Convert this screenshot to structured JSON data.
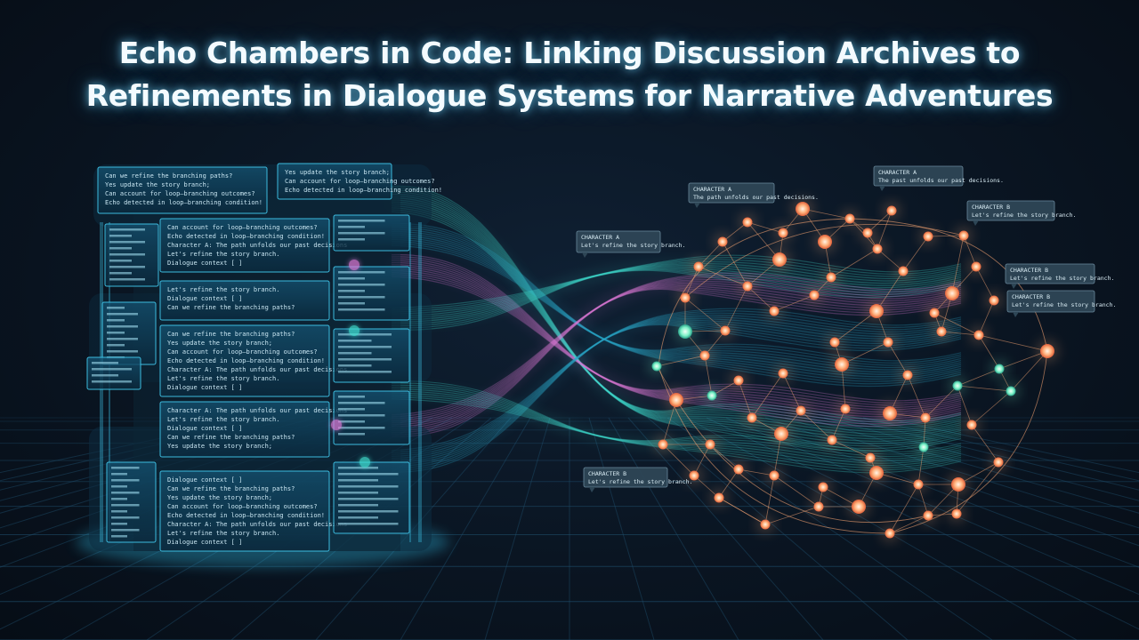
{
  "title": {
    "line1": "Echo Chambers in Code: Linking Discussion Archives to",
    "line2": "Refinements in Dialogue Systems for Narrative Adventures"
  },
  "colors": {
    "background": "#0a1522",
    "grid": "#1f4f6d",
    "archive_panel": "#0f3a52",
    "archive_border": "#3fc4e8",
    "stream_cyan": "#3fe0d0",
    "stream_teal": "#2aa8c8",
    "stream_pink": "#e07ad8",
    "node_orange": "#ffb07a",
    "node_teal": "#7ef2c8",
    "edge": "#f0a070"
  },
  "archive_snippets": [
    "Can we refine the branching paths?",
    "Yes update the story branch;",
    "Can account for loop—branching outcomes?",
    "Echo detected in loop—branching condition!",
    "Character A: The path unfolds our past decisions",
    "Let's refine the story branch.",
    "Dialogue context [ ]"
  ],
  "dialogue_bubbles": [
    {
      "speaker": "CHARACTER A",
      "line": "Let's refine the story branch."
    },
    {
      "speaker": "CHARACTER A",
      "line": "The path unfolds our past decisions."
    },
    {
      "speaker": "CHARACTER A",
      "line": "The past unfolds our past decisions."
    },
    {
      "speaker": "CHARACTER B",
      "line": "Let's refine the story branch."
    },
    {
      "speaker": "CHARACTER B",
      "line": "Let's refine the story branch."
    },
    {
      "speaker": "CHARACTER B",
      "line": "Let's refine the story branch."
    },
    {
      "speaker": "CHARACTER B",
      "line": "Let's refine the story branch."
    }
  ]
}
